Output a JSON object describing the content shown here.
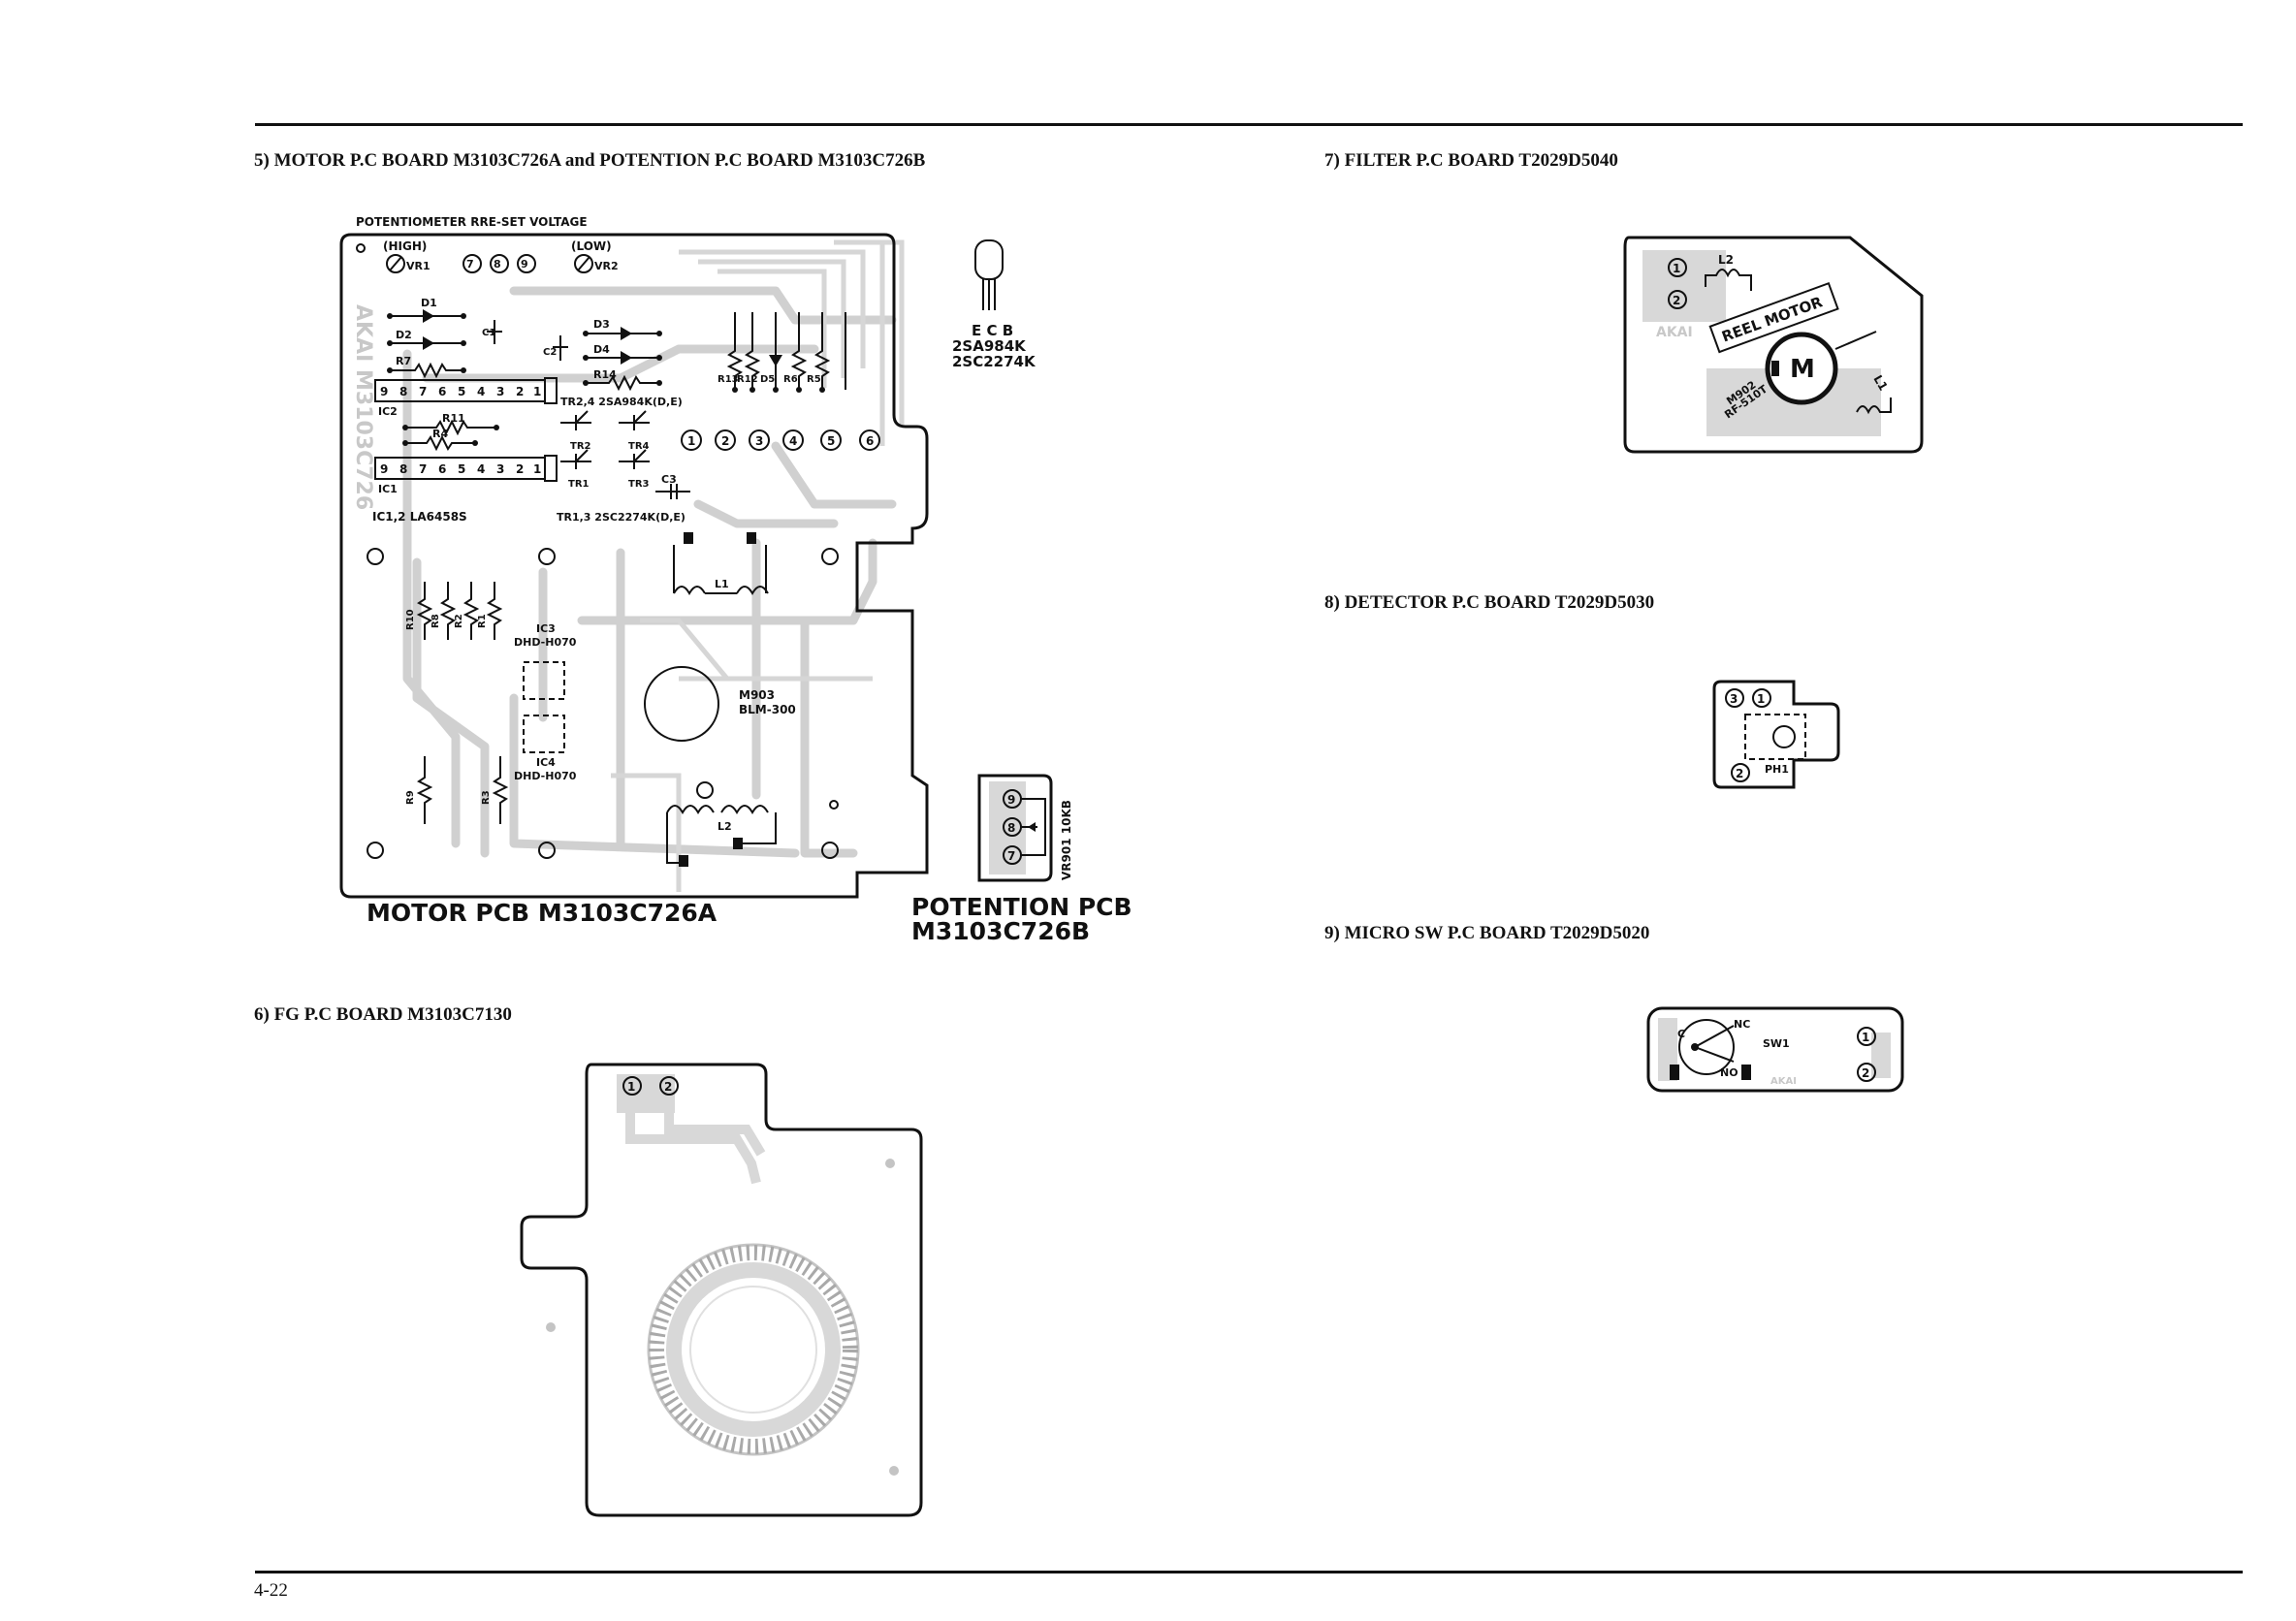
{
  "page_number": "4-22",
  "sections": {
    "motor": {
      "caption": "5) MOTOR P.C BOARD M3103C726A and POTENTION P.C BOARD M3103C726B",
      "preset_label": "POTENTIOMETER  RRE-SET VOLTAGE",
      "high_label": "(HIGH)",
      "low_label": "(LOW)",
      "vr1": "VR1",
      "vr2": "VR2",
      "d1": "D1",
      "d2": "D2",
      "d3": "D3",
      "d4": "D4",
      "d5": "D5",
      "r7": "R7",
      "r14": "R14",
      "r11": "R11",
      "r4": "R4",
      "r13": "R13",
      "r12": "R12",
      "r6": "R6",
      "r5": "R5",
      "r10": "R10",
      "r8": "R8",
      "r2": "R2",
      "r1": "R1",
      "r9": "R9",
      "r3": "R3",
      "c1": "C1",
      "c2": "C2",
      "c3": "C3",
      "ic1": "IC1",
      "ic2": "IC2",
      "ic3": "IC3",
      "ic3_part": "DHD-H070",
      "ic4": "IC4",
      "ic4_part": "DHD-H070",
      "ic_note": "IC1,2  LA6458S",
      "tr24_note": "TR2,4  2SA984K(D,E)",
      "tr13_note": "TR1,3  2SC2274K(D,E)",
      "tr1": "TR1",
      "tr2": "TR2",
      "tr3": "TR3",
      "tr4": "TR4",
      "l1": "L1",
      "l2": "L2",
      "motor_part": "M903",
      "motor_model": "BLM-300",
      "ic_pins": [
        "9",
        "8",
        "7",
        "6",
        "5",
        "4",
        "3",
        "2",
        "1"
      ],
      "terminals": [
        "1",
        "2",
        "3",
        "4",
        "5",
        "6"
      ],
      "top_terminals": [
        "7",
        "8",
        "9"
      ],
      "board_text": "AKAI M3103C726",
      "motor_board_title": "MOTOR  PCB  M3103C726A",
      "potention_title_1": "POTENTION  PCB",
      "potention_title_2": "M3103C726B",
      "potention_terminals": [
        "9",
        "8",
        "7"
      ],
      "vr901": "VR901 10KB",
      "transistor_pins": "E C B",
      "transistor_type_1": "2SA984K",
      "transistor_type_2": "2SC2274K"
    },
    "fg": {
      "caption": "6) FG P.C BOARD M3103C7130",
      "terminals": [
        "1",
        "2"
      ]
    },
    "filter": {
      "caption": "7) FILTER P.C BOARD T2029D5040",
      "terminals": [
        "1",
        "2"
      ],
      "l1": "L1",
      "l2": "L2",
      "reel_motor": "REEL MOTOR",
      "motor_part": "M902",
      "motor_model": "RF-510T",
      "motor_symbol": "M",
      "board_text": "AKAI"
    },
    "detector": {
      "caption": "8) DETECTOR P.C BOARD T2029D5030",
      "terminals": [
        "3",
        "1",
        "2"
      ],
      "ph": "PH1"
    },
    "microsw": {
      "caption": "9) MICRO SW P.C BOARD T2029D5020",
      "c": "C",
      "nc": "NC",
      "no": "NO",
      "sw": "SW1",
      "terminals": [
        "1",
        "2"
      ],
      "board_text": "AKAI"
    }
  }
}
